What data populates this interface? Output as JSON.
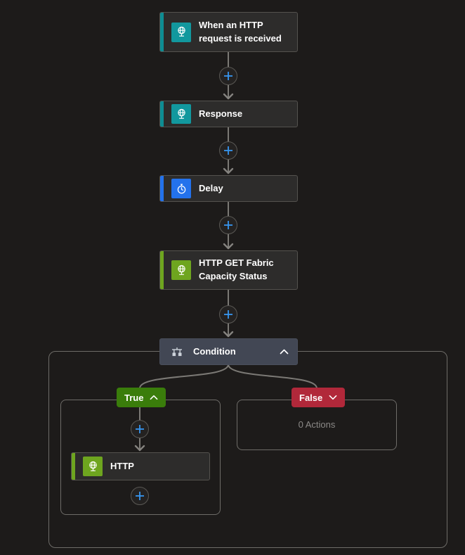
{
  "colors": {
    "background": "#1d1b1a",
    "node_background": "#2d2c2b",
    "node_border": "#54524e",
    "condition_background": "#424754",
    "connector_line": "#7b7975",
    "plus_glyph": "#3796f0",
    "teal_accent": "#12989e",
    "blue_accent": "#2372ec",
    "green_accent": "#6ea51f",
    "true_badge": "#3a7d0b",
    "false_badge": "#b1283a",
    "muted_text": "#8b8987"
  },
  "nodes": {
    "trigger": {
      "label": "When an HTTP request is received",
      "icon": "http-request-icon"
    },
    "response": {
      "label": "Response",
      "icon": "http-request-icon"
    },
    "delay": {
      "label": "Delay",
      "icon": "delay-clock-icon"
    },
    "http_get": {
      "label": "HTTP GET Fabric Capacity Status",
      "icon": "http-icon"
    },
    "condition": {
      "label": "Condition",
      "icon": "condition-icon"
    }
  },
  "condition_branches": {
    "true_branch": {
      "label": "True",
      "actions": [
        {
          "label": "HTTP",
          "icon": "http-icon"
        }
      ]
    },
    "false_branch": {
      "label": "False",
      "empty_text": "0 Actions"
    }
  }
}
